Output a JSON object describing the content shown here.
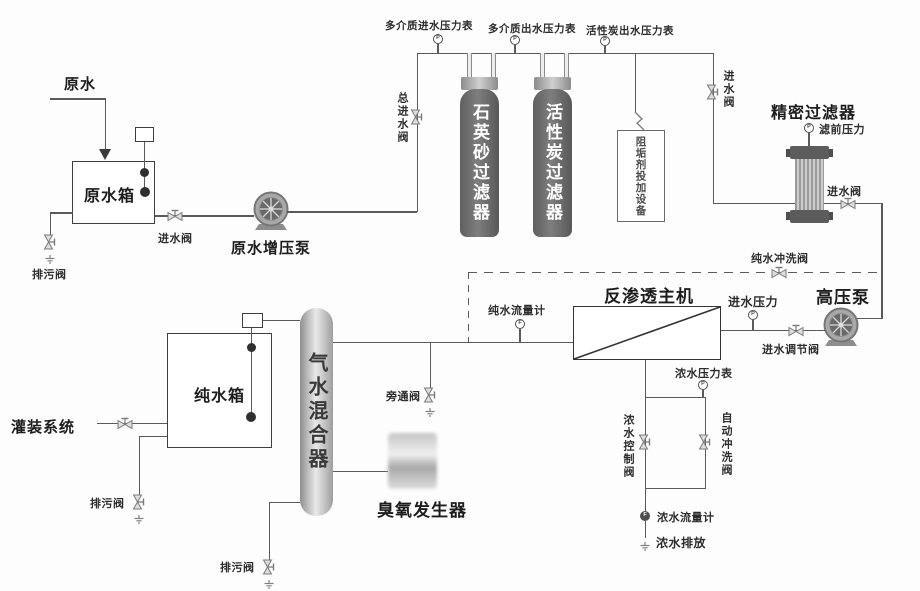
{
  "colors": {
    "line": "#5a5a5a",
    "vessel_fill": "#6e6e6e",
    "vessel_text": "#ffffff",
    "label_text": "#222222",
    "mixer_fill": "#c9c9c9"
  },
  "gauges": {
    "pressure_letter": "P",
    "flow_letter": "F"
  },
  "labels": {
    "raw_water": "原水",
    "raw_tank": "原水箱",
    "drain_valve": "排污阀",
    "inlet_valve": "进水阀",
    "raw_booster_pump": "原水增压泵",
    "main_inlet_valve": "总进水阀",
    "mm_inlet_gauge": "多介质进水压力表",
    "mm_outlet_gauge": "多介质出水压力表",
    "ac_outlet_gauge": "活性炭出水压力表",
    "quartz_filter": "石英砂过滤器",
    "carbon_filter": "活性炭过滤器",
    "antiscalant_device": "阻垢剂投加设备",
    "precision_filter": "精密过滤器",
    "prefilter_pressure": "滤前压力",
    "pure_flush_valve": "纯水冲洗阀",
    "hp_pump": "高压泵",
    "inlet_pressure": "进水压力",
    "inlet_reg_valve": "进水调节阀",
    "ro_unit": "反渗透主机",
    "pure_flow_meter": "纯水流量计",
    "conc_pressure_gauge": "浓水压力表",
    "conc_control_valve": "浓水控制阀",
    "auto_flush_valve": "自动冲洗阀",
    "conc_flow_meter": "浓水流量计",
    "conc_discharge": "浓水排放",
    "bypass_valve": "旁通阀",
    "air_water_mixer": "气水混合器",
    "ozone_generator": "臭氧发生器",
    "pure_tank": "纯水箱",
    "filling_system": "灌装系统"
  }
}
